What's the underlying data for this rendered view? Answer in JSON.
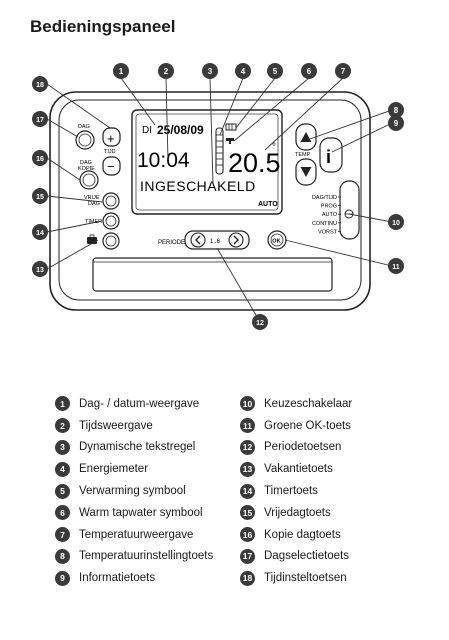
{
  "title": "Bedieningspaneel",
  "display": {
    "day": "DI",
    "date": "25/08/09",
    "time": "10:04",
    "temperature": "20.5",
    "degree_symbol": "°",
    "text_line": "INGESCHAKELD",
    "mode": "AUTO"
  },
  "labels": {
    "dag": "DAG",
    "tijd": "TIJD",
    "dag_kopie_1": "DAG",
    "dag_kopie_2": "KOPIE",
    "vrije_dag_1": "VRIJE",
    "vrije_dag_2": "DAG",
    "timer": "TIMER",
    "temp": "TEMP",
    "periode": "PERIODE",
    "periode_value": "1..6",
    "ok": "OK",
    "plus": "+",
    "minus": "−",
    "info": "i"
  },
  "selector_positions": [
    "DAG/TIJD",
    "PROG",
    "AUTO",
    "CONTINU",
    "VORST"
  ],
  "legend": [
    {
      "number": "1",
      "text": "Dag- / datum-weergave"
    },
    {
      "number": "2",
      "text": "Tijdsweergave"
    },
    {
      "number": "3",
      "text": "Dynamische tekstregel"
    },
    {
      "number": "4",
      "text": "Energiemeter"
    },
    {
      "number": "5",
      "text": "Verwarming symbool"
    },
    {
      "number": "6",
      "text": "Warm tapwater symbool"
    },
    {
      "number": "7",
      "text": "Temperatuurweergave"
    },
    {
      "number": "8",
      "text": "Temperatuurinstellingtoets"
    },
    {
      "number": "9",
      "text": "Informatietoets"
    },
    {
      "number": "10",
      "text": "Keuzeschakelaar"
    },
    {
      "number": "11",
      "text": "Groene OK-toets"
    },
    {
      "number": "12",
      "text": "Periodetoetsen"
    },
    {
      "number": "13",
      "text": "Vakantietoets"
    },
    {
      "number": "14",
      "text": "Timertoets"
    },
    {
      "number": "15",
      "text": "Vrijedagtoets"
    },
    {
      "number": "16",
      "text": "Kopie dagtoets"
    },
    {
      "number": "17",
      "text": "Dagselectietoets"
    },
    {
      "number": "18",
      "text": "Tijdinsteltoetsen"
    }
  ]
}
